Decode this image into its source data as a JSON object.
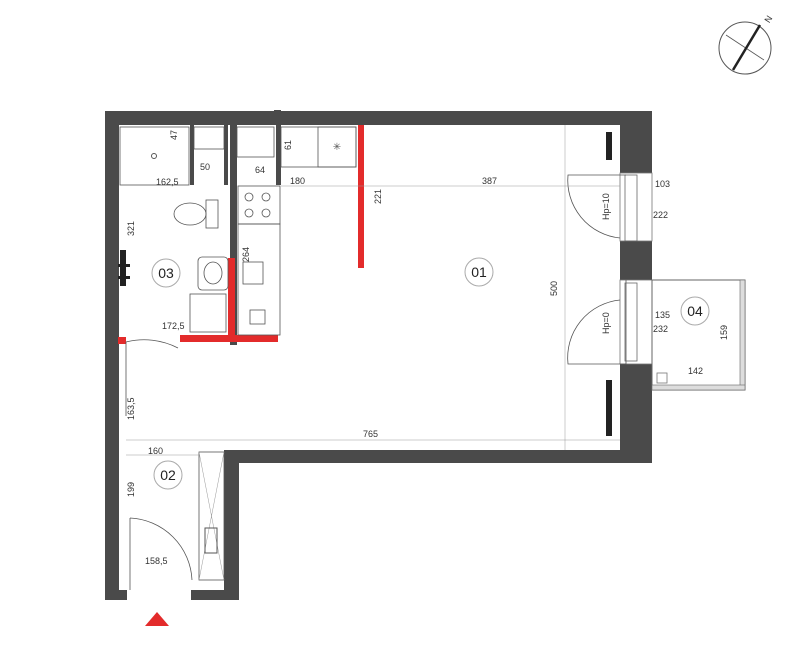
{
  "compass": {
    "label": "N"
  },
  "rooms": [
    {
      "id": "01",
      "label": "01"
    },
    {
      "id": "02",
      "label": "02"
    },
    {
      "id": "03",
      "label": "03"
    },
    {
      "id": "04",
      "label": "04"
    }
  ],
  "dimensions": {
    "shower_depth": "47",
    "shower_width": "162,5",
    "niche_width": "50",
    "kitchen_depth": "64",
    "kitchen_top": "61",
    "kitchen_run": "180",
    "room01_width_top": "387",
    "partition_len": "221",
    "bath_height": "321",
    "kitchen_len": "264",
    "bath_width": "172,5",
    "room01_height": "500",
    "room01_width_bottom": "765",
    "hall_upper": "163,5",
    "hall_width": "160",
    "hall_lower": "199",
    "entry_width": "158,5",
    "window1_width": "103",
    "window1_height": "222",
    "window2_width": "135",
    "window2_height": "232",
    "balcony_depth": "159",
    "balcony_width": "142"
  },
  "window_sills": {
    "upper": "Hp=10",
    "lower": "Hp=0"
  },
  "colors": {
    "wall": "#4a4a4a",
    "new_partition": "#e32b2b",
    "entrance_marker": "#e32b2b"
  }
}
